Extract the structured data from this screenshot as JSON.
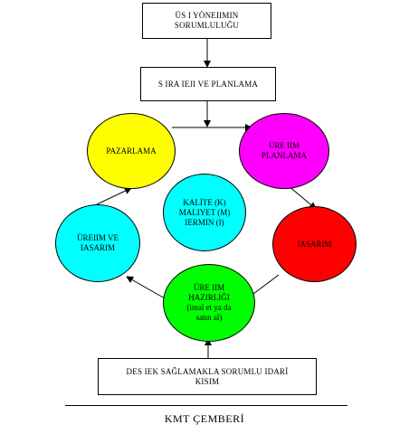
{
  "boxes": {
    "top": {
      "line1": "ÜS I YÖNEIIMIN",
      "line2": "SORUMLULUĞU"
    },
    "strategy": "S IRA IEJI VE PLANLAMA",
    "bottom": {
      "line1": "DES IEK SAĞLAMAKLA SORUMLU IDARİ",
      "line2": "KISIM"
    }
  },
  "nodes": {
    "pazarlama": {
      "label": "PAZARLAMA",
      "color": "#ffff00"
    },
    "uretim_planlama": {
      "label": "ÜRE IIM\nPLANLAMA",
      "color": "#ff00ff"
    },
    "tasarim": {
      "label": "IASARIM",
      "color": "#ff0000"
    },
    "uretim_hazirligi": {
      "label": "ÜRE IIM\nHAZIRLIĞI\n(imal et ya da\nsatın al)",
      "color": "#00ff00"
    },
    "uretim_ve_tasarim": {
      "label": "ÜREIIM VE\nIASARIM",
      "color": "#00ffff"
    }
  },
  "center": {
    "line1": "KALİTE (K)",
    "line2": "MALIYET (M)",
    "line3": "IERMIN (I)",
    "color": "#00ffff"
  },
  "footer": "KMT ÇEMBERİ"
}
